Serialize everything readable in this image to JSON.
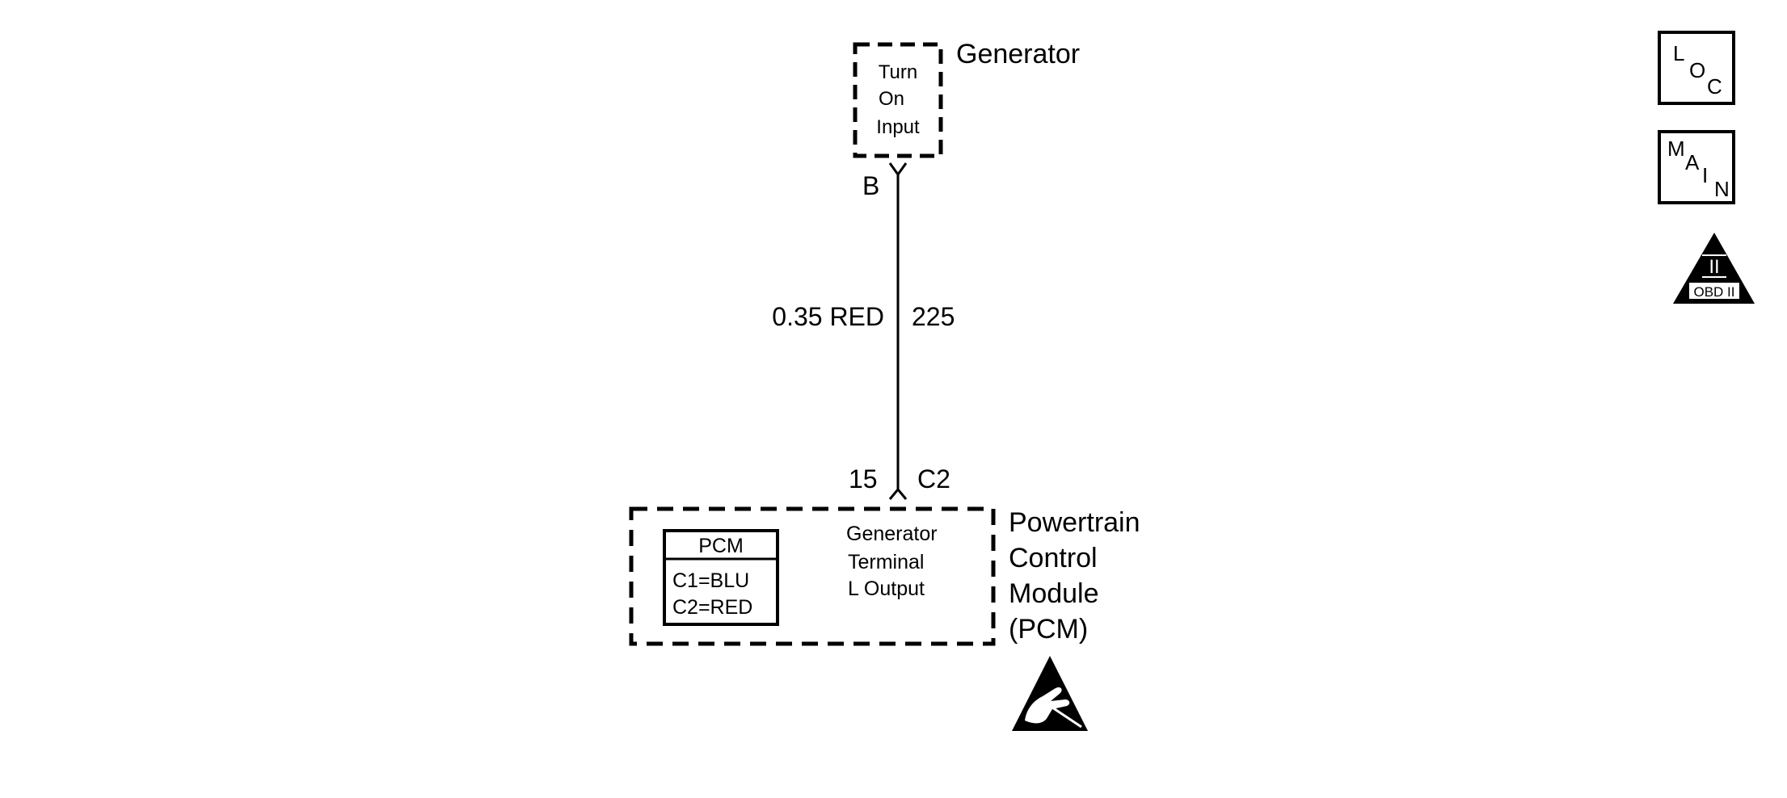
{
  "generator": {
    "title": "Generator",
    "input_lines": [
      "Turn",
      "On",
      "Input"
    ],
    "terminal": "B"
  },
  "wire": {
    "gauge_color": "0.35 RED",
    "circuit": "225"
  },
  "pcm_connector": {
    "pin": "15",
    "connector": "C2"
  },
  "pcm": {
    "title_lines": [
      "Powertrain",
      "Control",
      "Module",
      "(PCM)"
    ],
    "function_lines": [
      "Generator",
      "Terminal",
      "L Output"
    ],
    "legend": {
      "header": "PCM",
      "rows": [
        "C1=BLU",
        "C2=RED"
      ]
    }
  },
  "side_icons": {
    "loc": [
      "L",
      "O",
      "C"
    ],
    "main": [
      "M",
      "A",
      "I",
      "N"
    ],
    "obd": {
      "numeral": "II",
      "label": "OBD II"
    }
  },
  "icons": {
    "esd": "esd-warning-icon"
  }
}
